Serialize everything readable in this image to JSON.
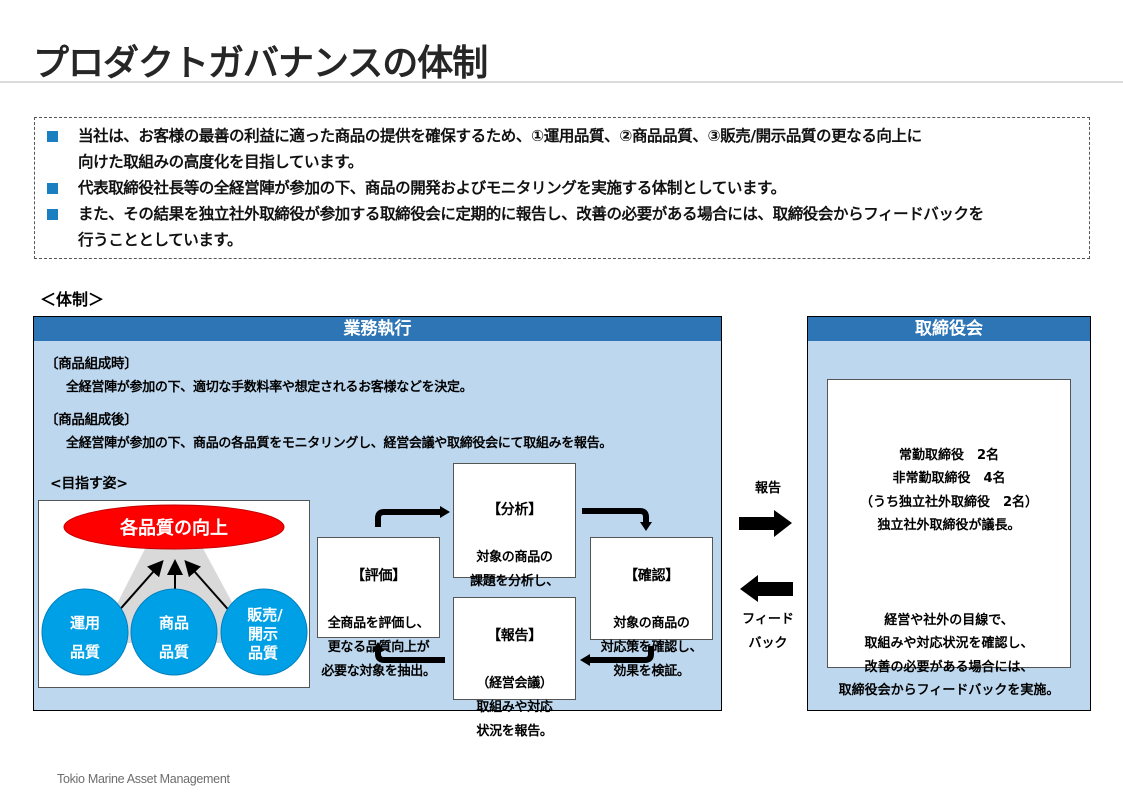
{
  "page": {
    "title": "プロダクトガバナンスの体制",
    "footer": "Tokio Marine Asset Management"
  },
  "summary": {
    "bullets": [
      "当社は、お客様の最善の利益に適った商品の提供を確保するため、①運用品質、②商品品質、③販売/開示品質の更なる向上に\n向けた取組みの高度化を目指しています。",
      "代表取締役社長等の全経営陣が参加の下、商品の開発およびモニタリングを実施する体制としています。",
      "また、その結果を独立社外取締役が参加する取締役会に定期的に報告し、改善の必要がある場合には、取締役会からフィードバックを\n行うこととしています。"
    ]
  },
  "structure": {
    "section_label": "＜体制＞",
    "execution": {
      "header": "業務執行",
      "phases": [
        {
          "heading": "〔商品組成時〕",
          "text": "全経営陣が参加の下、適切な手数料率や想定されるお客様などを決定。"
        },
        {
          "heading": "〔商品組成後〕",
          "text": "全経営陣が参加の下、商品の各品質をモニタリングし、経営会議や取締役会にて取組みを報告。"
        }
      ],
      "vision": {
        "label": "<目指す姿>",
        "goal": "各品質の向上",
        "pillars": [
          {
            "line1": "運用",
            "line2": "品質"
          },
          {
            "line1": "商品",
            "line2": "品質"
          },
          {
            "line1": "販売/",
            "line2": "開示",
            "line3": "品質"
          }
        ]
      },
      "cycle": {
        "evaluate": {
          "heading": "【評価】",
          "body": "全商品を評価し、\n更なる品質向上が\n必要な対象を抽出。"
        },
        "analyze": {
          "heading": "【分析】",
          "body": "対象の商品の\n課題を分析し、\n対応策を検討。"
        },
        "confirm": {
          "heading": "【確認】",
          "body": "対象の商品の\n対応策を確認し、\n効果を検証。"
        },
        "report": {
          "heading": "【報告】",
          "body": "（経営会議）\n取組みや対応\n状況を報告。"
        }
      }
    },
    "arrows": {
      "report_label": "報告",
      "feedback_label": "フィード\nバック"
    },
    "board": {
      "header": "取締役会",
      "composition": "常勤取締役　2名\n非常勤取締役　4名\n（うち独立社外取締役　2名）\n独立社外取締役が議長。",
      "role": "経営や社外の目線で、\n取組みや対応状況を確認し、\n改善の必要がある場合には、\n取締役会からフィードバックを実施。"
    }
  },
  "colors": {
    "accent_blue": "#2e75b6",
    "panel_fill": "#bdd7ee",
    "bullet_blue": "#1a7fc1",
    "goal_red": "#ff0000",
    "pillar_cyan": "#00a0e6"
  }
}
